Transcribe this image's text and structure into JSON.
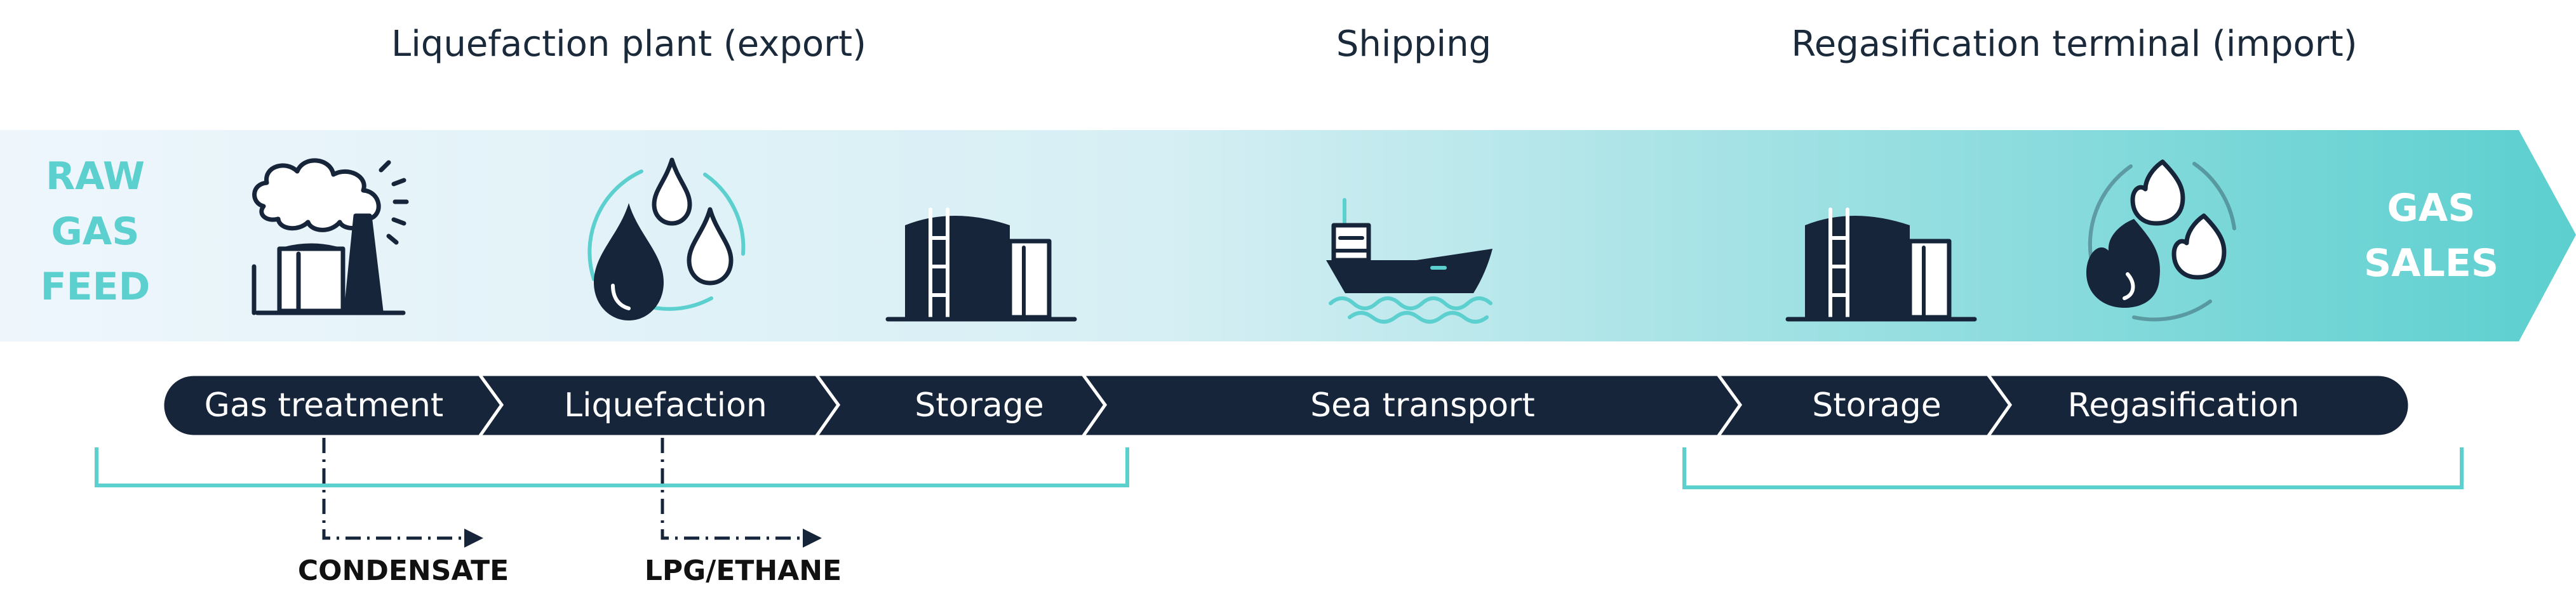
{
  "sections": [
    {
      "title": "Liquefaction plant (export)"
    },
    {
      "title": "Shipping"
    },
    {
      "title": "Regasification terminal (import)"
    }
  ],
  "start_label": [
    "RAW",
    "GAS",
    "FEED"
  ],
  "end_label": [
    "GAS",
    "SALES"
  ],
  "steps": [
    {
      "label": "Gas treatment"
    },
    {
      "label": "Liquefaction"
    },
    {
      "label": "Storage"
    },
    {
      "label": "Sea transport"
    },
    {
      "label": "Storage"
    },
    {
      "label": "Regasification"
    }
  ],
  "byproducts": [
    {
      "label": "CONDENSATE"
    },
    {
      "label": "LPG/ETHANE"
    }
  ],
  "icons": [
    "gas-plant-icon",
    "liquid-droplets-icon",
    "storage-tank-icon",
    "lng-ship-icon",
    "storage-tank-icon",
    "gas-flames-icon"
  ],
  "colors": {
    "accent": "#5ccfcf",
    "dark": "#16253a",
    "band_light": "#eef6fc"
  }
}
